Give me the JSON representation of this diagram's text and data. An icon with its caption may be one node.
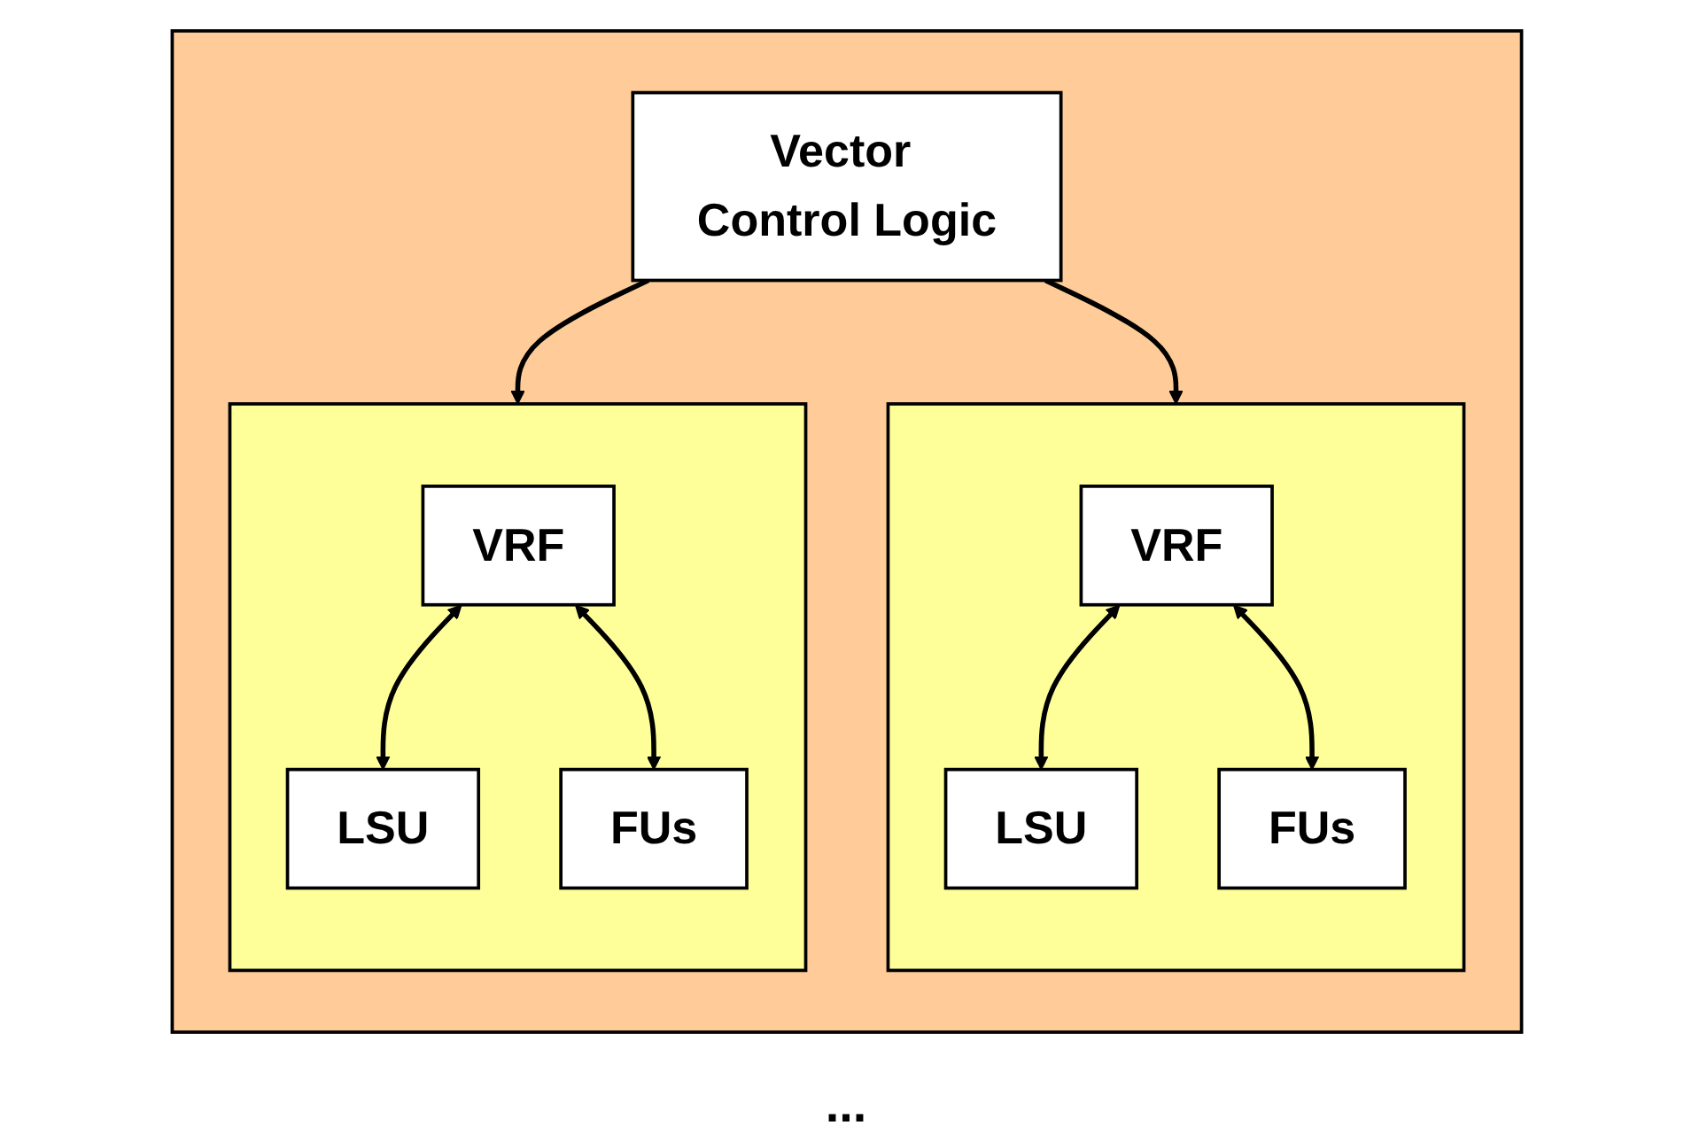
{
  "diagram": {
    "nodes": [
      {
        "text": [],
        "shape": "box"
      },
      {
        "text": [
          "Vector Control Logic"
        ],
        "in": 0
      },
      {
        "text": [],
        "shape": "box",
        "in": 0
      },
      {
        "text": [
          "VRF"
        ],
        "in": 2
      },
      {
        "text": [
          "LSU"
        ],
        "in": 2
      },
      {
        "text": [
          "FUs"
        ],
        "in": 2
      },
      {
        "text": [],
        "shape": "box",
        "in": 0
      },
      {
        "text": [
          "VRF"
        ],
        "in": 6
      },
      {
        "text": [
          "LSU"
        ],
        "in": 6
      },
      {
        "text": [
          "FUs"
        ],
        "in": 6
      }
    ],
    "edges": [
      {
        "from": 1,
        "to": 2,
        "arrow": "to"
      },
      {
        "from": 1,
        "to": 6,
        "arrow": "to"
      },
      {
        "from": 3,
        "to": 4,
        "arrow": "both"
      },
      {
        "from": 3,
        "to": 5,
        "arrow": "both"
      },
      {
        "from": 7,
        "to": 8,
        "arrow": "both"
      },
      {
        "from": 7,
        "to": 9,
        "arrow": "both"
      }
    ],
    "labels": [
      "..."
    ]
  }
}
